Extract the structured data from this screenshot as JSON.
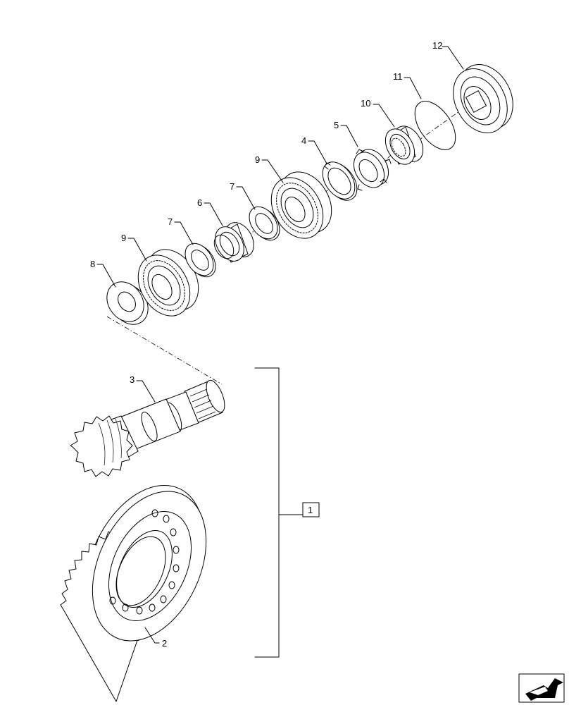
{
  "callouts": {
    "c1": "1",
    "c2": "2",
    "c3": "3",
    "c4": "4",
    "c5": "5",
    "c6": "6",
    "c7a": "7",
    "c7b": "7",
    "c8": "8",
    "c9a": "9",
    "c9b": "9",
    "c10": "10",
    "c11": "11",
    "c12": "12"
  },
  "icons": {
    "nav": "next-page-arrow-icon"
  }
}
